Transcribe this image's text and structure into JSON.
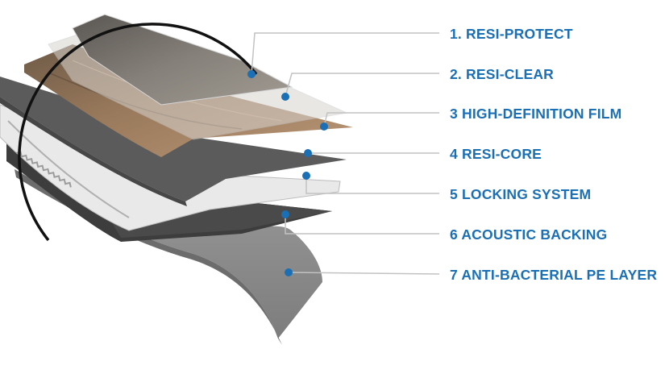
{
  "accent_color": "#1a6fb5",
  "layers": [
    {
      "label": "1. RESI-PROTECT"
    },
    {
      "label": "2. RESI-CLEAR"
    },
    {
      "label": "3 HIGH-DEFINITION FILM"
    },
    {
      "label": "4 RESI-CORE"
    },
    {
      "label": "5 LOCKING SYSTEM"
    },
    {
      "label": "6 ACOUSTIC BACKING"
    },
    {
      "label": "7 ANTI-BACTERIAL PE LAYER"
    }
  ]
}
